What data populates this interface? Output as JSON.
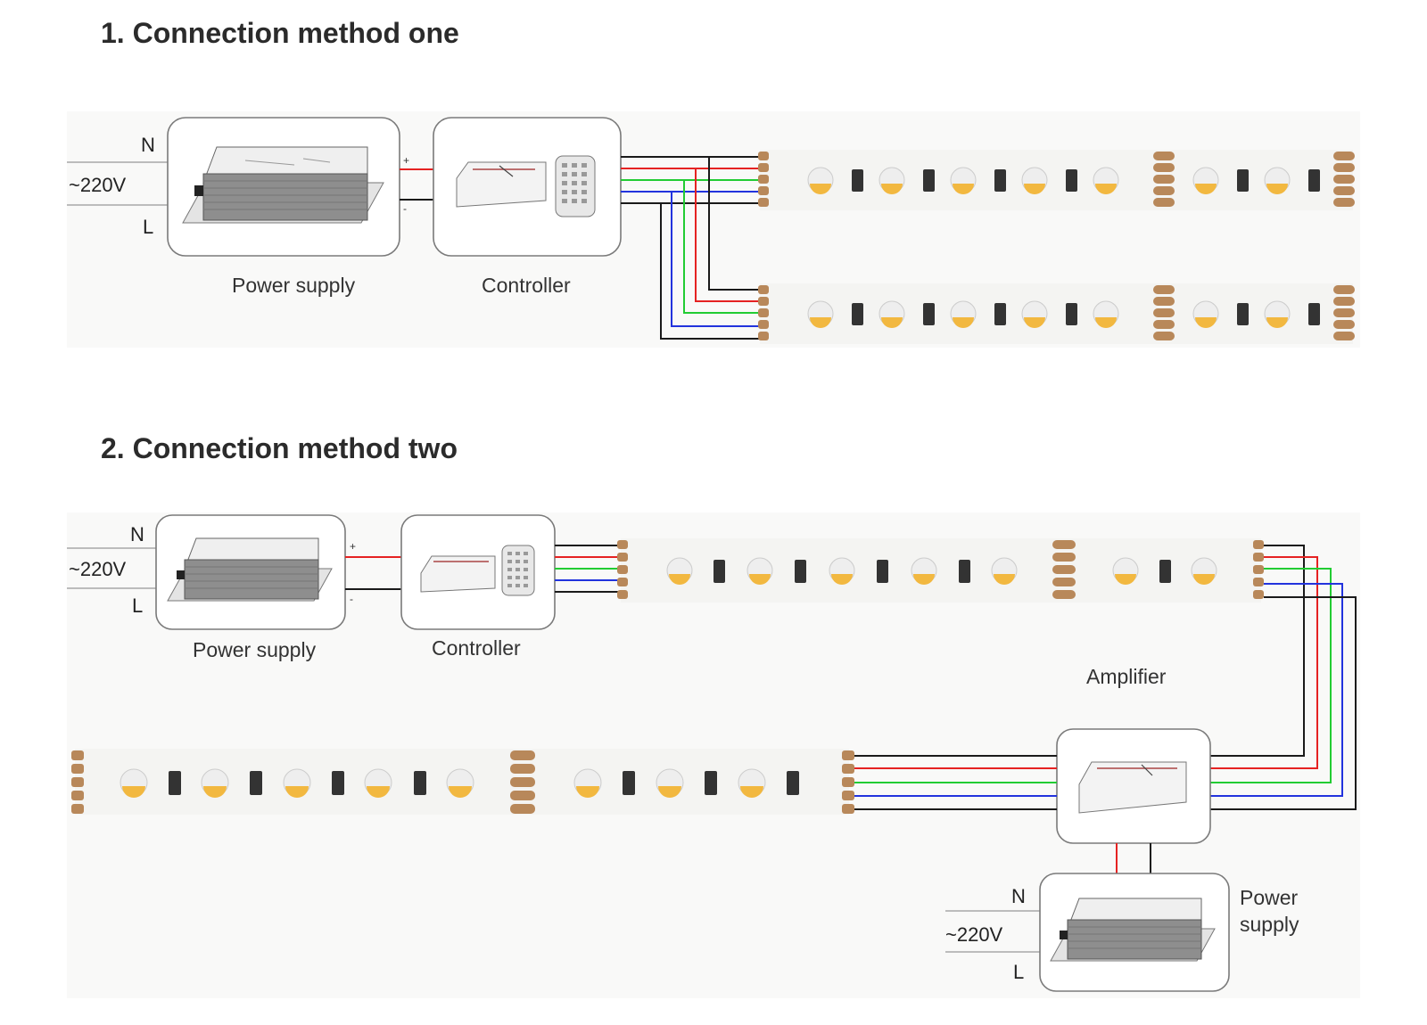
{
  "section1": {
    "title": "1. Connection method one",
    "neutral_label": "N",
    "voltage_label": "~220V",
    "live_label": "L",
    "plus_label": "+",
    "minus_label": "-",
    "power_supply_label": "Power supply",
    "controller_label": "Controller"
  },
  "section2": {
    "title": "2. Connection method two",
    "neutral_label": "N",
    "voltage_label": "~220V",
    "live_label": "L",
    "plus_label": "+",
    "minus_label": "-",
    "power_supply_label": "Power supply",
    "controller_label": "Controller",
    "amplifier_label": "Amplifier",
    "power_supply2_label_line1": "Power",
    "power_supply2_label_line2": "supply",
    "neutral2_label": "N",
    "voltage2_label": "~220V",
    "live2_label": "L"
  },
  "wire_colors": {
    "black": "#1a1a1a",
    "red": "#e52222",
    "green": "#22cc33",
    "blue": "#2233dd",
    "pad": "#b8885a",
    "led_yellow": "#f2b840"
  }
}
